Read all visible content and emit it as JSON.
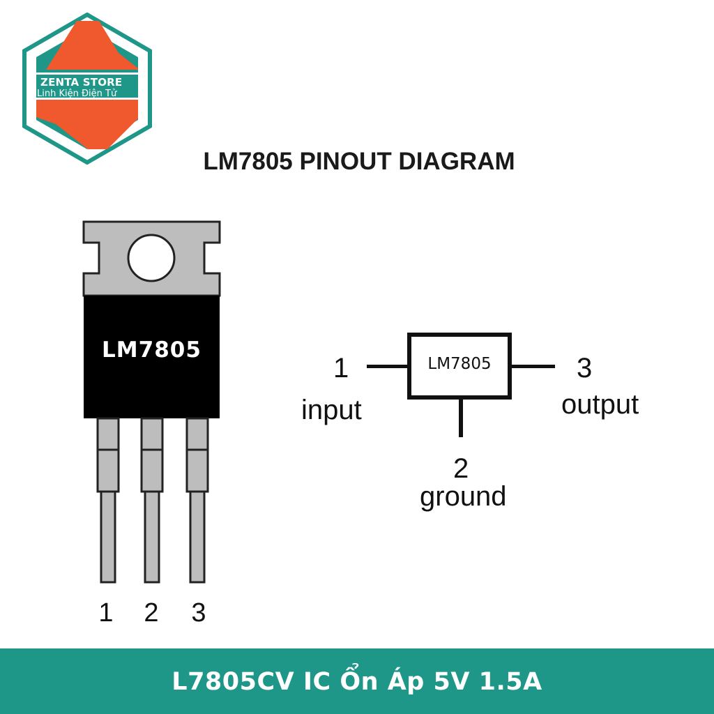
{
  "logo": {
    "name": "ZENTA STORE",
    "tagline": "Linh Kiện Điện Tử",
    "colors": {
      "teal": "#1e9688",
      "orange": "#f0582d"
    }
  },
  "diagram": {
    "title": "LM7805 PINOUT DIAGRAM",
    "package_label": "LM7805",
    "package_pins": [
      "1",
      "2",
      "3"
    ],
    "symbol": {
      "label": "LM7805",
      "pins": [
        {
          "number": "1",
          "name": "input"
        },
        {
          "number": "2",
          "name": "ground"
        },
        {
          "number": "3",
          "name": "output"
        }
      ]
    }
  },
  "banner": {
    "text": "L7805CV IC Ổn Áp 5V 1.5A",
    "color": "#1e9688"
  }
}
